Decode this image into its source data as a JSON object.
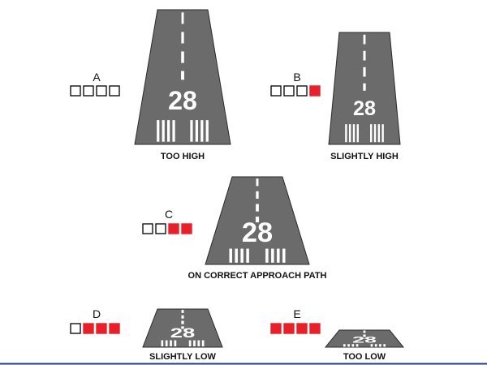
{
  "colors": {
    "runway": "#6b6b6b",
    "runway_edge": "#2b2b2b",
    "marking": "#ffffff",
    "light_on": "#e8202a",
    "light_off": "#ffffff",
    "frame_line": "#1f3a8a"
  },
  "runway_number": "28",
  "panels": [
    {
      "letter": "A",
      "caption": "TOO HIGH",
      "red_lights": 0
    },
    {
      "letter": "B",
      "caption": "SLIGHTLY HIGH",
      "red_lights": 1
    },
    {
      "letter": "C",
      "caption": "ON CORRECT APPROACH PATH",
      "red_lights": 2
    },
    {
      "letter": "D",
      "caption": "SLIGHTLY LOW",
      "red_lights": 3
    },
    {
      "letter": "E",
      "caption": "TOO LOW",
      "red_lights": 4
    }
  ]
}
